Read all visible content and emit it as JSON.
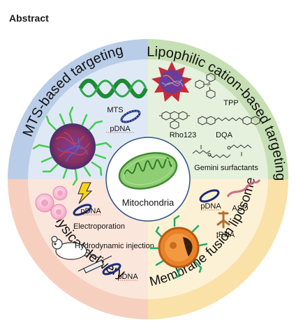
{
  "page": {
    "heading": "Abstract"
  },
  "figure": {
    "center_label": "Mitochondria",
    "quadrants": {
      "mts": {
        "title": "MTS-based targeting",
        "labels": {
          "mts": "MTS",
          "pdna": "pDNA"
        },
        "color": "#b9cde8"
      },
      "lipophilic": {
        "title": "Lipophilic cation-based targeting",
        "labels": {
          "tpp": "TPP",
          "rho123": "Rho123",
          "dqa": "DQA",
          "gemini": "Gemini surfactants"
        },
        "color": "#c6dfb4"
      },
      "physical": {
        "title": "Physical delivery",
        "labels": {
          "pdna": "pDNA",
          "electroporation": "Electroporation",
          "hydrodynamic": "Hydrodynamic injection",
          "pdna2": "pDNA"
        },
        "color": "#f7cfbf"
      },
      "membrane": {
        "title": "Membrane fusion liposome",
        "labels": {
          "pdna": "pDNA",
          "aso": "ASO",
          "trna": "tRNA"
        },
        "color": "#f9e1a8"
      }
    }
  }
}
